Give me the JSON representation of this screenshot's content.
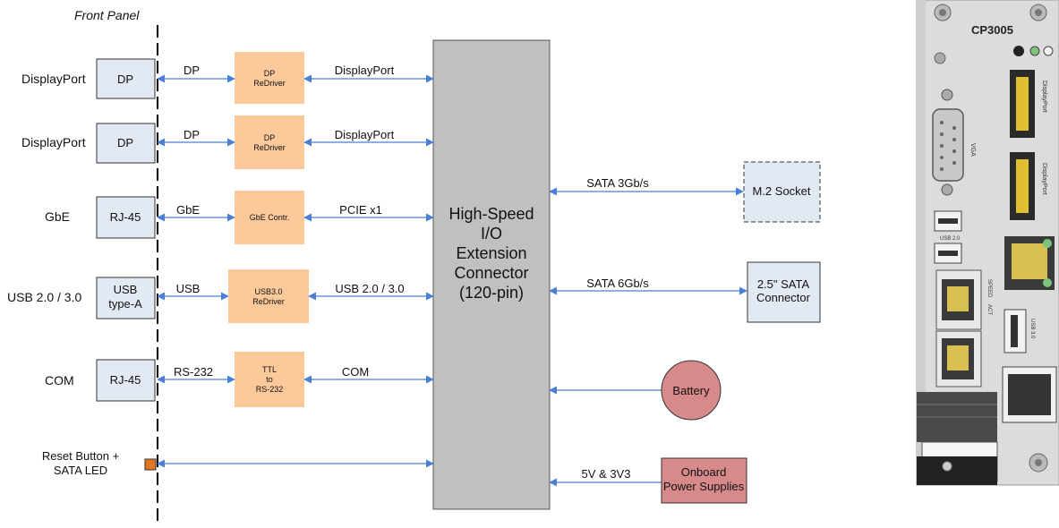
{
  "front_panel_title": "Front Panel",
  "rows": [
    {
      "port_label": "DisplayPort",
      "connector": "DP",
      "link_left": "DP",
      "chip": [
        "DP",
        "ReDriver"
      ],
      "link_right": "DisplayPort"
    },
    {
      "port_label": "DisplayPort",
      "connector": "DP",
      "link_left": "DP",
      "chip": [
        "DP",
        "ReDriver"
      ],
      "link_right": "DisplayPort"
    },
    {
      "port_label": "GbE",
      "connector": "RJ-45",
      "link_left": "GbE",
      "chip": [
        "GbE Contr."
      ],
      "link_right": "PCIE x1"
    },
    {
      "port_label": "USB 2.0 / 3.0",
      "connector": [
        "USB",
        "type-A"
      ],
      "link_left": "USB",
      "chip": [
        "USB3.0",
        "ReDriver"
      ],
      "link_right": "USB 2.0 / 3.0"
    },
    {
      "port_label": "COM",
      "connector": "RJ-45",
      "link_left": "RS-232",
      "chip": [
        "TTL",
        "to",
        "RS-232"
      ],
      "link_right": "COM"
    }
  ],
  "reset": {
    "label": [
      "Reset Button +",
      "SATA LED"
    ]
  },
  "connector": {
    "lines": [
      "High-Speed",
      "I/O",
      "Extension",
      "Connector",
      "(120-pin)"
    ]
  },
  "right_side": {
    "m2": {
      "link": "SATA 3Gb/s",
      "label": "M.2 Socket"
    },
    "sata": {
      "link": "SATA 6Gb/s",
      "label": [
        "2.5\" SATA",
        "Connector"
      ]
    },
    "battery": {
      "label": "Battery"
    },
    "power": {
      "link": "5V & 3V3",
      "label": [
        "Onboard",
        "Power Supplies"
      ]
    }
  },
  "faceplate": {
    "model": "CP3005",
    "vga": "VGA",
    "dp1": "DisplayPort",
    "dp2": "DisplayPort",
    "usb": "USB 2.0",
    "speed": "SPEED",
    "act": "ACT",
    "usb3": "USB 3.0"
  },
  "colors": {
    "chip": "#fbc99a",
    "connector": "#c0c0c0",
    "box": "#e3e9f2",
    "battery": "#d88a8a",
    "power": "#d88a8a",
    "arrow": "#4a7fd4",
    "reset": "#e07820"
  }
}
